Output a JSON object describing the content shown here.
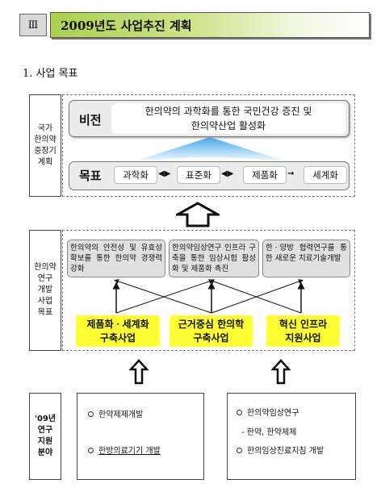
{
  "header": {
    "section_number": "Ⅲ",
    "title": "2009년도 사업추진 계획"
  },
  "section": {
    "title": "1. 사업 목표"
  },
  "labels": {
    "national_plan": "국가\n한의약\n중장기\n계획",
    "program_goal": "한의약\n연구\n개발\n사업\n목표",
    "support_2009": "'09년\n연구\n지원\n분야"
  },
  "vision": {
    "key": "비전",
    "text_line1": "한의약의 과학화를 통한 국민건강 증진 및",
    "text_line2": "한의약산업 활성화"
  },
  "goals": {
    "key": "목표",
    "items": [
      "과학화",
      "표준화",
      "제품화",
      "세계화"
    ],
    "double_arrow": "◀▶",
    "right_arrow": "→"
  },
  "strategies": [
    "한의약의 안전성 및 유효성 확보를 통한 한의약 경쟁력 강화",
    "한의약임상연구 인프라 구축을 통한 임상시험 활성화 및 제품화 촉진",
    "한ㆍ양방 협력연구를 통한 새로운 치료기술개발"
  ],
  "programs": [
    "제품화ㆍ세계화\n구축사업",
    "근거중심 한의학\n구축사업",
    "혁신 인프라\n지원사업"
  ],
  "support_left": {
    "items": [
      "한약제제개발",
      "한방의료기기 개발"
    ]
  },
  "support_right": {
    "items": [
      "한의약임상연구",
      "- 한약, 한약제제",
      "한의임상진료지침 개발"
    ]
  },
  "colors": {
    "header_green": "#aad04c",
    "program_yellow": "#ffff33",
    "fan_blue": "#4aa3e8",
    "box_gray": "#ececec"
  }
}
